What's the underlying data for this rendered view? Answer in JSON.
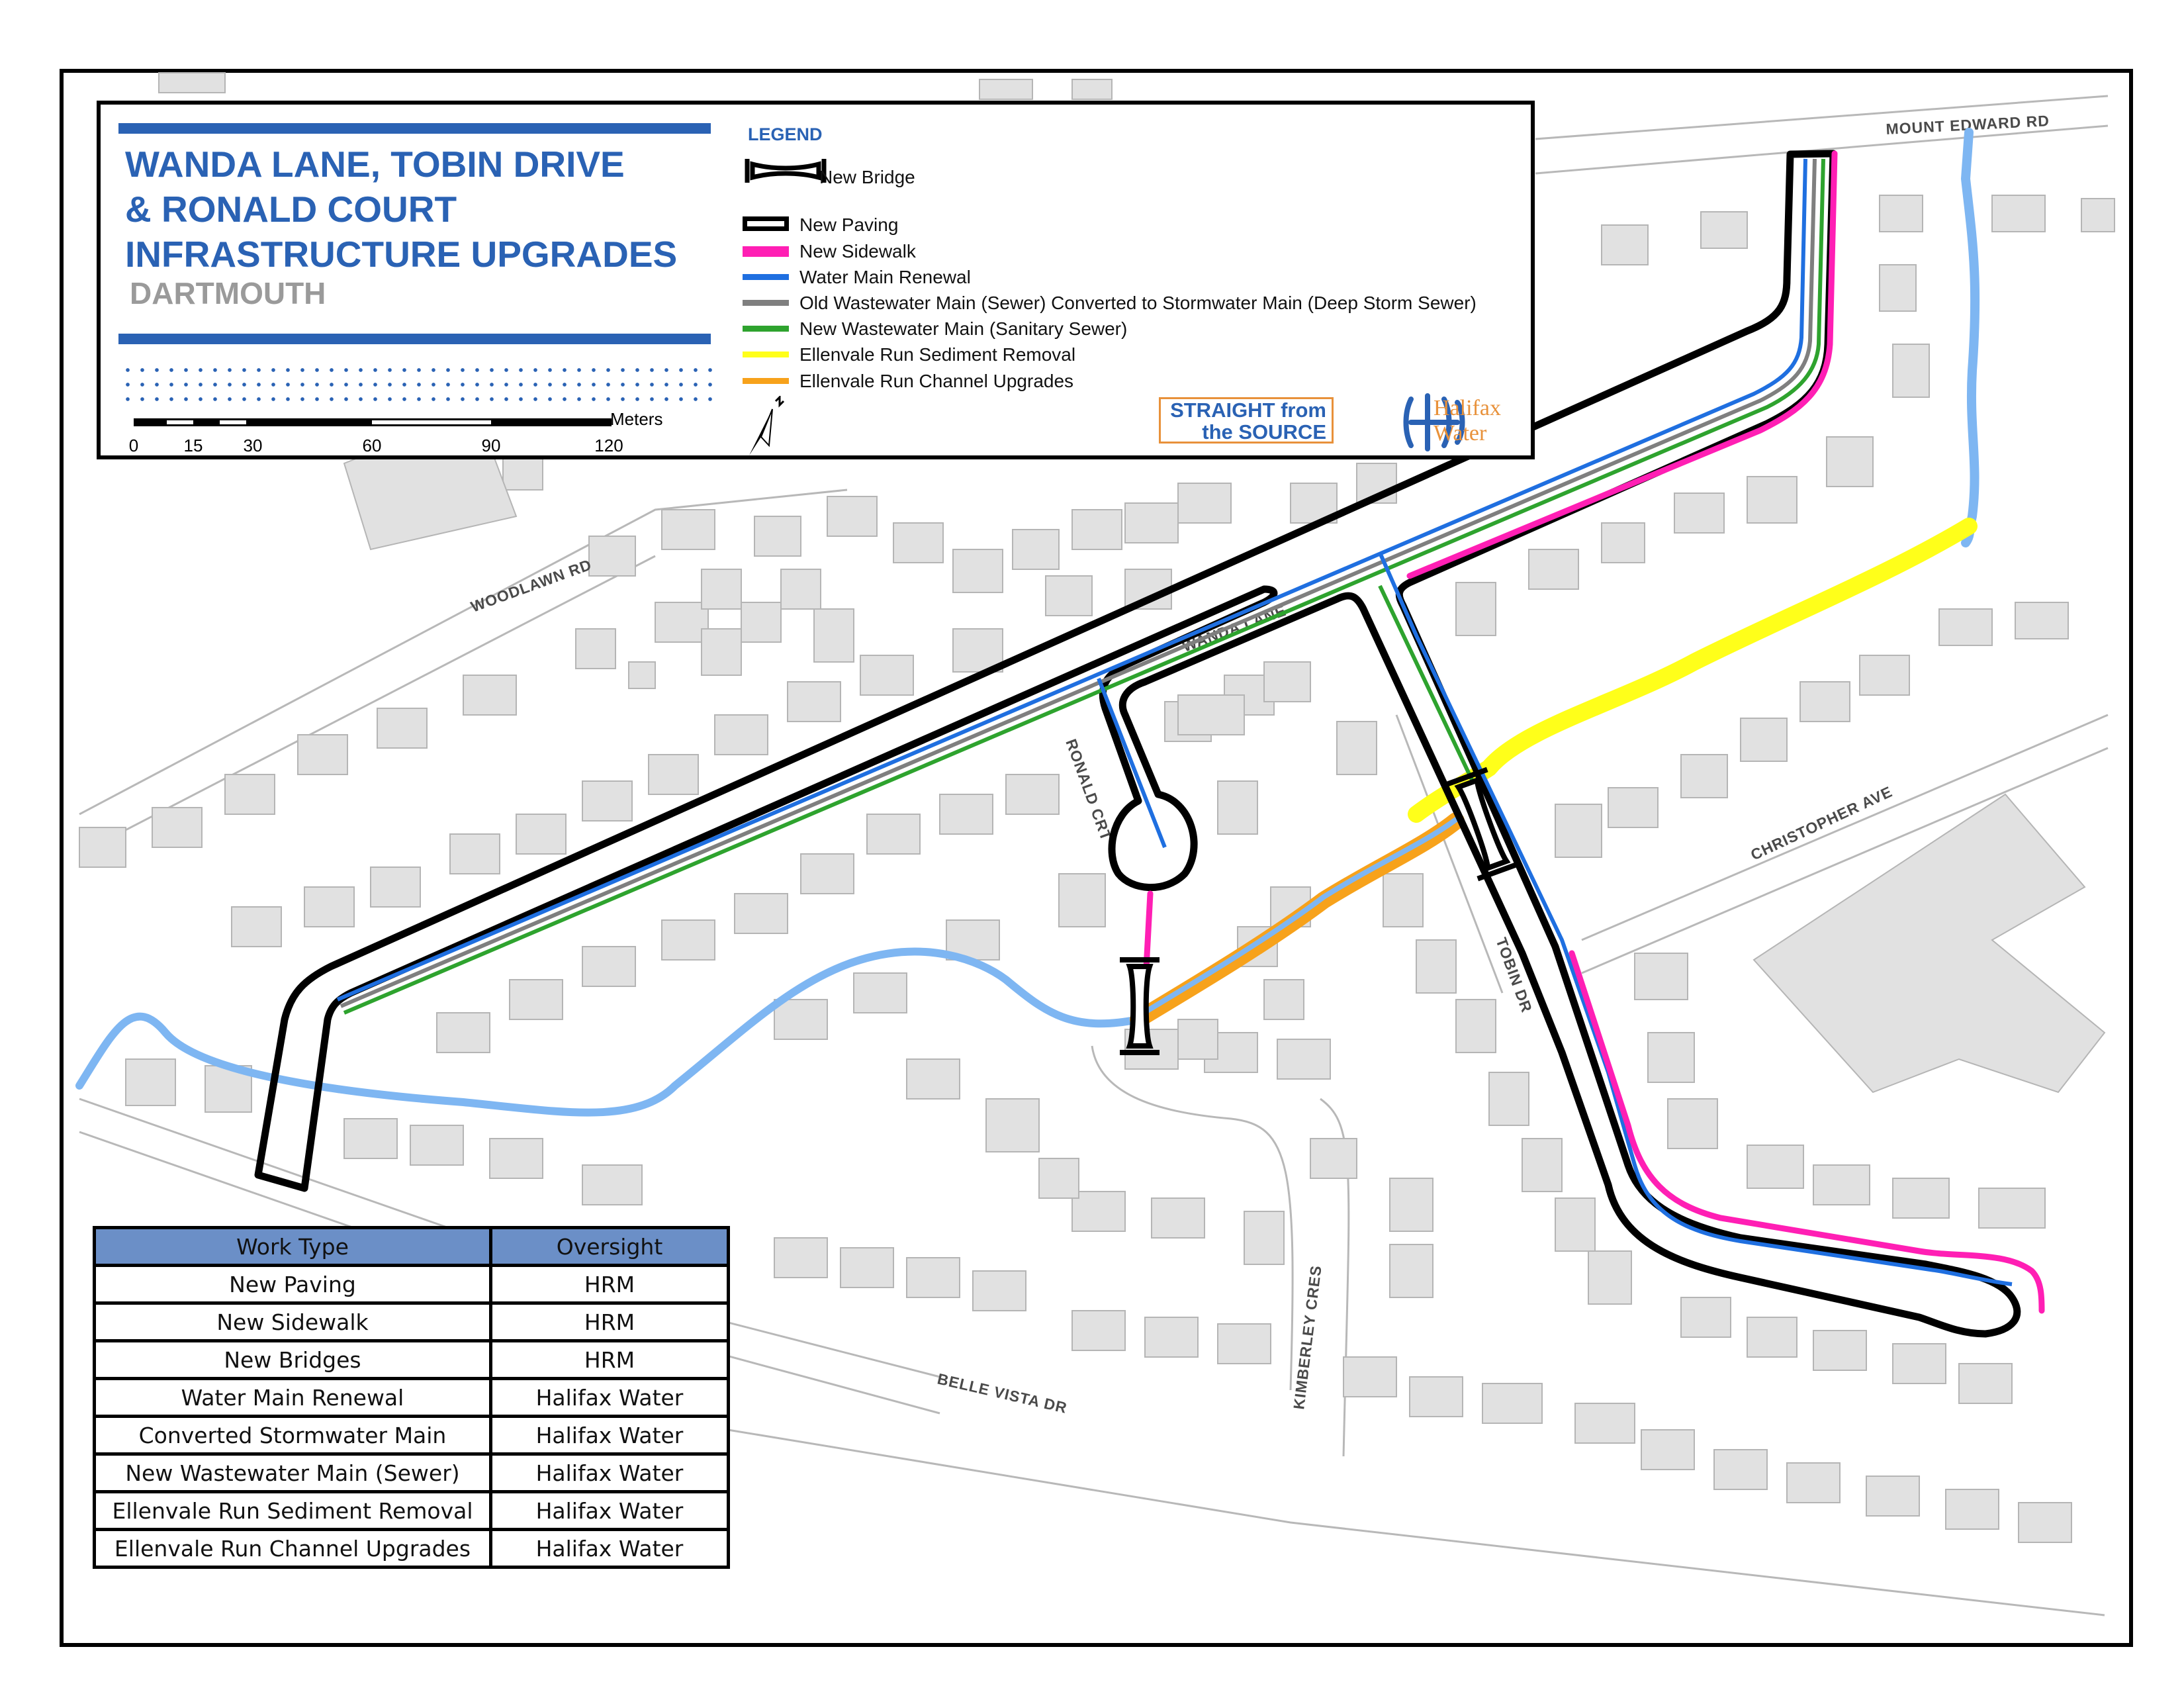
{
  "title_lines": [
    "WANDA LANE, TOBIN DRIVE",
    "& RONALD COURT",
    "INFRASTRUCTURE UPGRADES"
  ],
  "subtitle": "DARTMOUTH",
  "legend": {
    "heading": "LEGEND",
    "items": [
      {
        "label": "New Bridge",
        "symbol": "bridge-icon"
      },
      {
        "label": "New Paving",
        "color": "#000000"
      },
      {
        "label": "New Sidewalk",
        "color": "#ff1fb4"
      },
      {
        "label": "Water Main Renewal",
        "color": "#1f6fe0"
      },
      {
        "label": "Old Wastewater Main (Sewer) Converted to Stormwater Main (Deep Storm Sewer)",
        "color": "#7f7f7f"
      },
      {
        "label": "New Wastewater Main (Sanitary Sewer)",
        "color": "#2ea32e"
      },
      {
        "label": "Ellenvale Run Sediment Removal",
        "color": "#ffff1a"
      },
      {
        "label": "Ellenvale Run Channel Upgrades",
        "color": "#f7a21b"
      }
    ]
  },
  "scale": {
    "unit": "Meters",
    "ticks": [
      "0",
      "15",
      "30",
      "60",
      "90",
      "120"
    ]
  },
  "logos": {
    "straight_line1": "STRAIGHT from",
    "straight_line2": "the SOURCE",
    "halifax_line1": "Halifax",
    "halifax_line2": "Water"
  },
  "streets": {
    "mount_edward": "MOUNT EDWARD RD",
    "woodlawn": "WOODLAWN RD",
    "wanda": "WANDA LANE",
    "ronald": "RONALD CRT",
    "christopher": "CHRISTOPHER AVE",
    "tobin": "TOBIN DR",
    "kimberley": "KIMBERLEY CRES",
    "belle_vista": "BELLE VISTA DR"
  },
  "table": {
    "headers": [
      "Work Type",
      "Oversight"
    ],
    "rows": [
      [
        "New Paving",
        "HRM"
      ],
      [
        "New Sidewalk",
        "HRM"
      ],
      [
        "New Bridges",
        "HRM"
      ],
      [
        "Water Main Renewal",
        "Halifax Water"
      ],
      [
        "Converted Stormwater Main",
        "Halifax Water"
      ],
      [
        "New Wastewater Main (Sewer)",
        "Halifax Water"
      ],
      [
        "Ellenvale Run Sediment Removal",
        "Halifax Water"
      ],
      [
        "Ellenvale Run Channel Upgrades",
        "Halifax Water"
      ]
    ]
  },
  "colors": {
    "paving": "#000000",
    "sidewalk": "#ff1fb4",
    "water_main": "#1f6fe0",
    "storm_main": "#7f7f7f",
    "sanitary": "#2ea32e",
    "sediment": "#ffff1a",
    "channel": "#f7a21b",
    "stream": "#7eb6f2",
    "building": "#e1e1e1",
    "title_blue": "#2a62b4"
  }
}
